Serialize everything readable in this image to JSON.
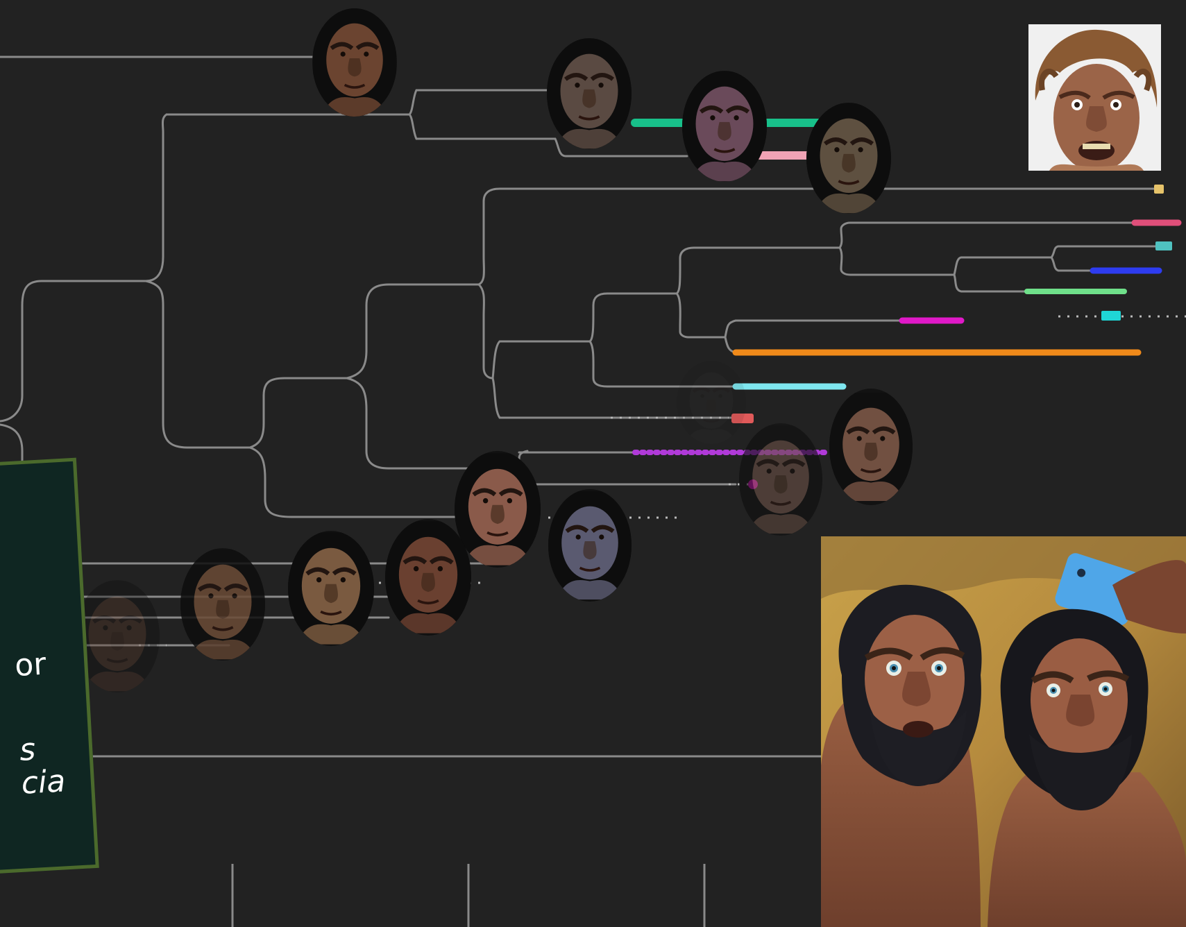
{
  "colors": {
    "background": "#222222",
    "branch_line": "#8a8a8a",
    "panel_bg": "#0f2622",
    "panel_border": "#4b6a2c"
  },
  "panel": {
    "text_lines": [
      "or",
      "s",
      "cia"
    ]
  },
  "lineage_colors": [
    "#e6c36a",
    "#e04f7a",
    "#4fc2c0",
    "#2e3cf0",
    "#6fe08a",
    "#1fd6d6",
    "#e019c8",
    "#f08a1a",
    "#7fe6ef",
    "#e05a5a",
    "#b03ad8",
    "#18c08a",
    "#f0a3b5"
  ],
  "faces": [
    "hominin-face",
    "hominin-face",
    "hominin-face",
    "hominin-face",
    "hominin-face",
    "hominin-face",
    "hominin-face",
    "hominin-face",
    "hominin-face",
    "hominin-face",
    "hominin-face",
    "hominin-face",
    "hominin-face",
    "hominin-face",
    "hominin-face"
  ],
  "images": {
    "top_right": "neanderthal-reconstruction-photo",
    "bottom_right": "two-hominins-taking-selfie-photo"
  }
}
